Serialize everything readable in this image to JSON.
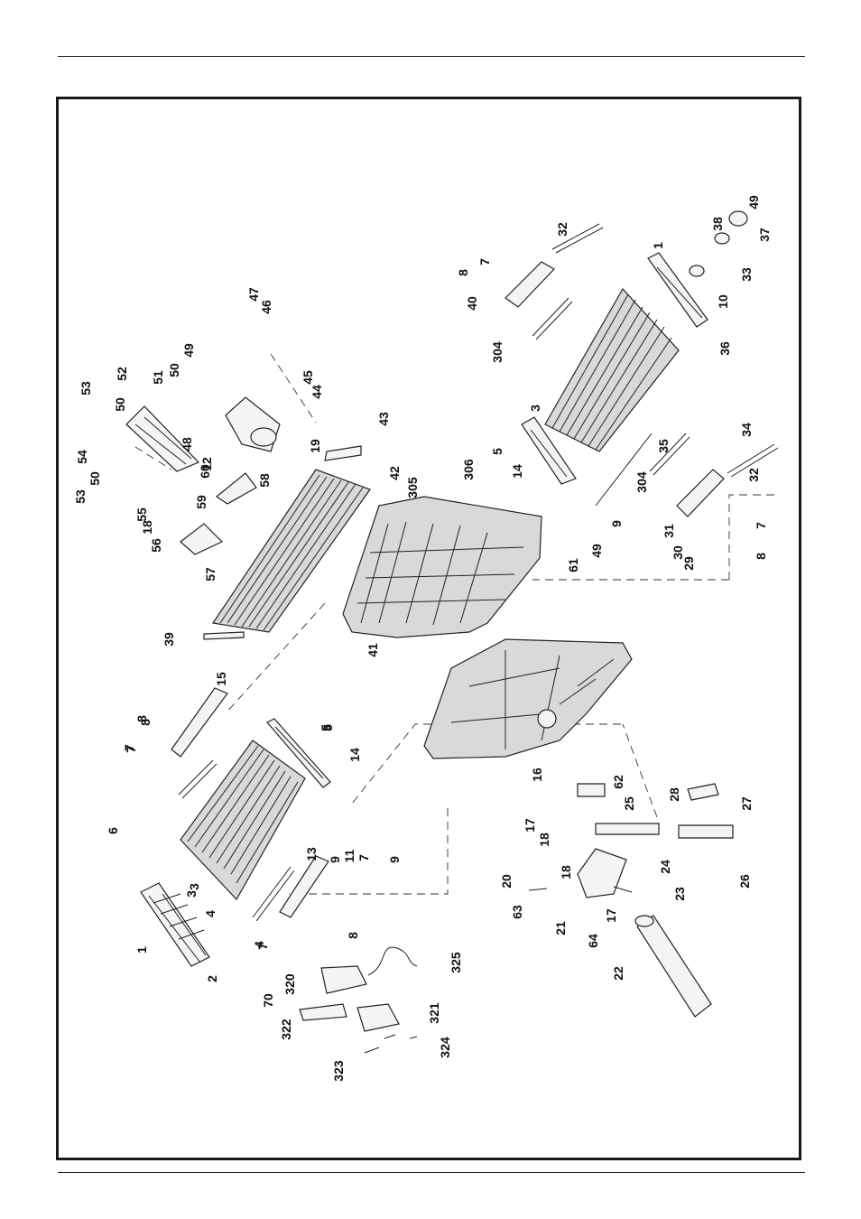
{
  "diagram": {
    "labels": [
      {
        "text": "1"
      },
      {
        "text": "2"
      },
      {
        "text": "3"
      },
      {
        "text": "4"
      },
      {
        "text": "5"
      },
      {
        "text": "6"
      },
      {
        "text": "7"
      },
      {
        "text": "8"
      },
      {
        "text": "9"
      },
      {
        "text": "11"
      },
      {
        "text": "7"
      },
      {
        "text": "9"
      },
      {
        "text": "13"
      },
      {
        "text": "4"
      },
      {
        "text": "7"
      },
      {
        "text": "8"
      },
      {
        "text": "3"
      },
      {
        "text": "15"
      },
      {
        "text": "8"
      },
      {
        "text": "7"
      },
      {
        "text": "5"
      },
      {
        "text": "14"
      },
      {
        "text": "39"
      },
      {
        "text": "41"
      },
      {
        "text": "16"
      },
      {
        "text": "53"
      },
      {
        "text": "50"
      },
      {
        "text": "54"
      },
      {
        "text": "50"
      },
      {
        "text": "53"
      },
      {
        "text": "52"
      },
      {
        "text": "51"
      },
      {
        "text": "50"
      },
      {
        "text": "49"
      },
      {
        "text": "47"
      },
      {
        "text": "46"
      },
      {
        "text": "45"
      },
      {
        "text": "44"
      },
      {
        "text": "48"
      },
      {
        "text": "12"
      },
      {
        "text": "19"
      },
      {
        "text": "43"
      },
      {
        "text": "42"
      },
      {
        "text": "60"
      },
      {
        "text": "59"
      },
      {
        "text": "58"
      },
      {
        "text": "55"
      },
      {
        "text": "18"
      },
      {
        "text": "56"
      },
      {
        "text": "57"
      },
      {
        "text": "305"
      },
      {
        "text": "306"
      },
      {
        "text": "8"
      },
      {
        "text": "7"
      },
      {
        "text": "32"
      },
      {
        "text": "40"
      },
      {
        "text": "304"
      },
      {
        "text": "3"
      },
      {
        "text": "5"
      },
      {
        "text": "14"
      },
      {
        "text": "1"
      },
      {
        "text": "49"
      },
      {
        "text": "38"
      },
      {
        "text": "37"
      },
      {
        "text": "33"
      },
      {
        "text": "10"
      },
      {
        "text": "36"
      },
      {
        "text": "35"
      },
      {
        "text": "34"
      },
      {
        "text": "32"
      },
      {
        "text": "304"
      },
      {
        "text": "31"
      },
      {
        "text": "9"
      },
      {
        "text": "49"
      },
      {
        "text": "61"
      },
      {
        "text": "30"
      },
      {
        "text": "29"
      },
      {
        "text": "7"
      },
      {
        "text": "8"
      },
      {
        "text": "62"
      },
      {
        "text": "28"
      },
      {
        "text": "27"
      },
      {
        "text": "26"
      },
      {
        "text": "17"
      },
      {
        "text": "18"
      },
      {
        "text": "25"
      },
      {
        "text": "24"
      },
      {
        "text": "18"
      },
      {
        "text": "20"
      },
      {
        "text": "63"
      },
      {
        "text": "21"
      },
      {
        "text": "64"
      },
      {
        "text": "17"
      },
      {
        "text": "23"
      },
      {
        "text": "22"
      },
      {
        "text": "325"
      },
      {
        "text": "320"
      },
      {
        "text": "70"
      },
      {
        "text": "322"
      },
      {
        "text": "321"
      },
      {
        "text": "323"
      },
      {
        "text": "324"
      }
    ]
  }
}
